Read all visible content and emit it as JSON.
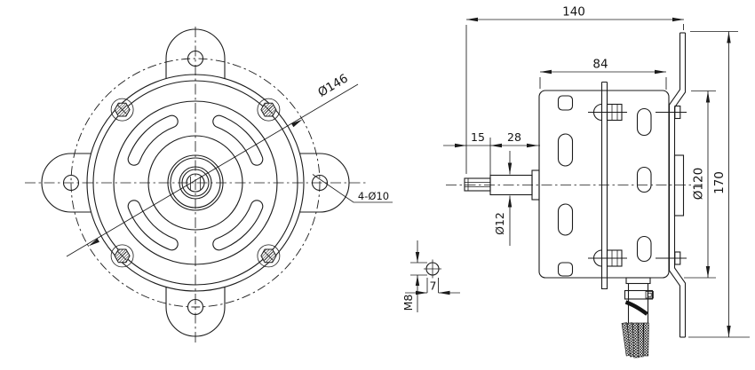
{
  "drawing": {
    "title": "fan-motor-dimension-drawing",
    "colors": {
      "line": "#1b1b1b",
      "background": "#ffffff"
    },
    "front_view": {
      "bolt_circle_dia": "Ø146",
      "mount_holes": "4-Ø10"
    },
    "side_view": {
      "overall_length": "140",
      "body_length": "84",
      "shaft_end_length": "15",
      "shaft_length": "28",
      "shaft_dia": "Ø12",
      "body_dia": "Ø120",
      "bracket_height": "170",
      "shaft_thread": "M8",
      "thread_length": "7"
    }
  }
}
